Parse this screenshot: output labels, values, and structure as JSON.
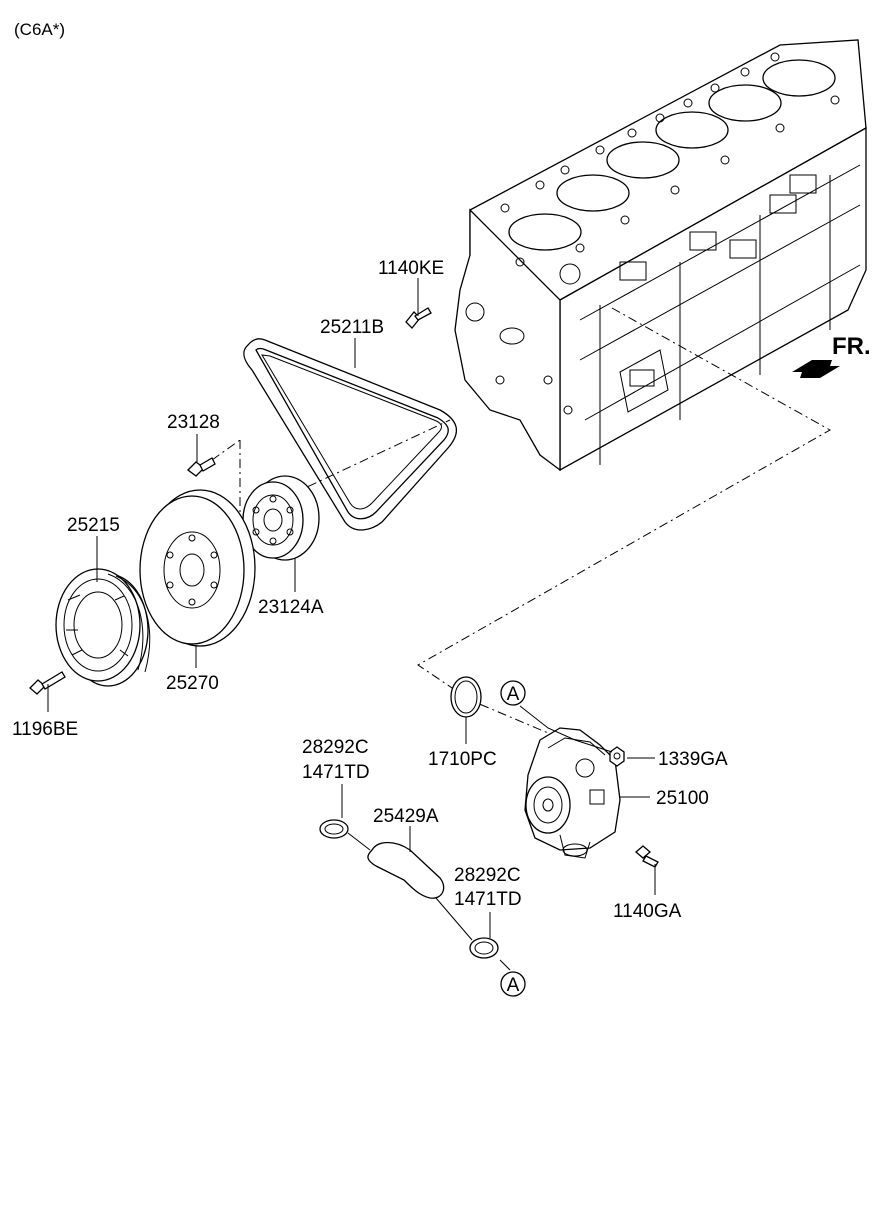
{
  "variant_label": "(C6A*)",
  "direction_label": "FR.",
  "callouts": [
    {
      "id": "1140KE",
      "text": "1140KE"
    },
    {
      "id": "25211B",
      "text": "25211B"
    },
    {
      "id": "23128",
      "text": "23128"
    },
    {
      "id": "25215",
      "text": "25215"
    },
    {
      "id": "23124A",
      "text": "23124A"
    },
    {
      "id": "25270",
      "text": "25270"
    },
    {
      "id": "1196BE",
      "text": "1196BE"
    },
    {
      "id": "28292C_top",
      "text": "28292C"
    },
    {
      "id": "1471TD_top",
      "text": "1471TD"
    },
    {
      "id": "1710PC",
      "text": "1710PC"
    },
    {
      "id": "1339GA",
      "text": "1339GA"
    },
    {
      "id": "25100",
      "text": "25100"
    },
    {
      "id": "25429A",
      "text": "25429A"
    },
    {
      "id": "28292C_bottom",
      "text": "28292C"
    },
    {
      "id": "1471TD_bottom",
      "text": "1471TD"
    },
    {
      "id": "1140GA",
      "text": "1140GA"
    }
  ],
  "reference_markers": [
    "A",
    "A"
  ]
}
